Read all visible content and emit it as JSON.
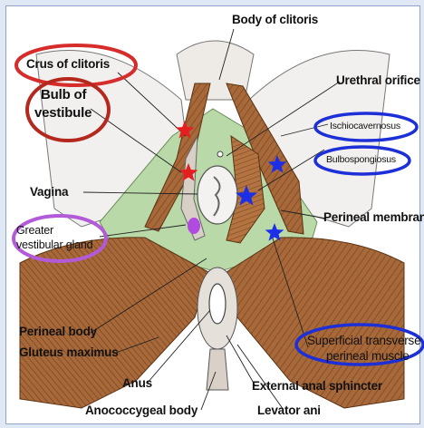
{
  "labels": {
    "body_of_clitoris": "Body of clitoris",
    "crus_of_clitoris": "Crus of clitoris",
    "bulb_of_vestibule": [
      "Bulb of",
      "vestibule"
    ],
    "urethral_orifice": "Urethral orifice",
    "ischiocavernosus": "Ischiocavernosus",
    "bulbospongiosus": "Bulbospongiosus",
    "vagina": "Vagina",
    "perineal_membrane": "Perineal membrane",
    "greater_vestibular_gland": [
      "Greater",
      "vestibular gland"
    ],
    "perineal_body": "Perineal body",
    "gluteus_maximus": "Gluteus maximus",
    "superficial_transverse_perineal_muscle": [
      "Superficial transverse",
      "perineal muscle"
    ],
    "anus": "Anus",
    "external_anal_sphincter": "External anal sphincter",
    "anococcygeal_body": "Anococcygeal body",
    "levator_ani": "Levator ani"
  },
  "colors": {
    "red_oval": "#d62c2c",
    "darkred_oval": "#b5281e",
    "blue_oval": "#1d2fd6",
    "purple_oval": "#b35ad8",
    "star_red": "#e41f1f",
    "star_blue": "#1c2ee6",
    "gland_dot": "#b14be0",
    "muscle_brown": "#9a5a2a",
    "membrane_green": "#b9d9a8"
  }
}
